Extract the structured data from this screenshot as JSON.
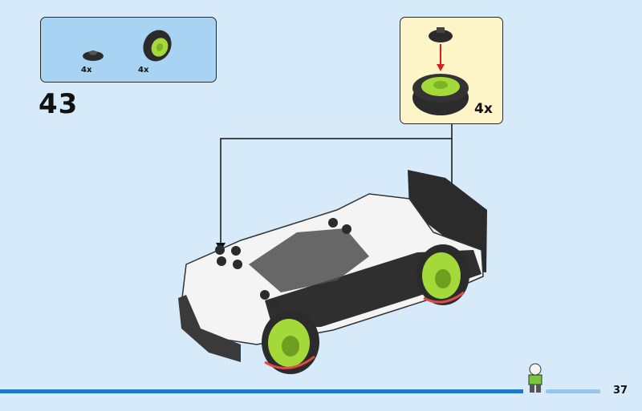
{
  "parts": [
    {
      "name": "wheel-cap",
      "qty": "4x"
    },
    {
      "name": "tire",
      "qty": "4x"
    }
  ],
  "step_number": "43",
  "submodel": {
    "qty": "4x"
  },
  "page_number": "37",
  "colors": {
    "background": "#d6eafa",
    "parts_box": "#a9d3f3",
    "submodel_box": "#fdf4c8",
    "tire_green": "#a4d93a",
    "arrow_red": "#d42020"
  }
}
